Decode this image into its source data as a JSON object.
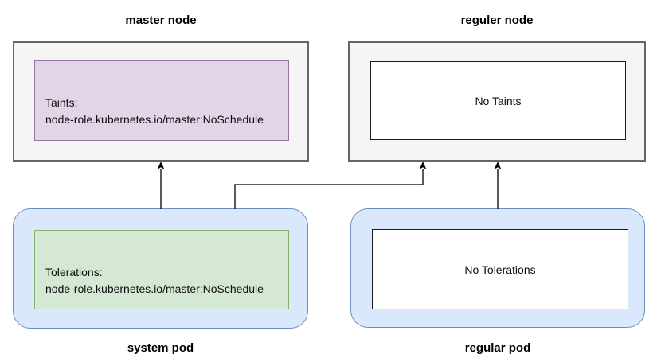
{
  "colors": {
    "node_fill": "#f5f5f5",
    "node_border": "#666666",
    "taints_fill": "#e1d5e7",
    "taints_border": "#9673a6",
    "tolerations_fill": "#d5e8d4",
    "tolerations_border": "#82b366",
    "pod_fill": "#dae8fc",
    "pod_border": "#6c8ebf",
    "arrow_color": "#000000"
  },
  "nodes": {
    "master_node": {
      "title": "master node",
      "taints_line1": "Taints:",
      "taints_line2": "node-role.kubernetes.io/master:NoSchedule"
    },
    "regular_node": {
      "title": "reguler node",
      "taints_text": "No Taints"
    },
    "system_pod": {
      "label": "system pod",
      "tolerations_line1": "Tolerations:",
      "tolerations_line2": "node-role.kubernetes.io/master:NoSchedule"
    },
    "regular_pod": {
      "label": "regular pod",
      "tolerations_text": "No Tolerations"
    }
  },
  "arrows": [
    {
      "from": "system pod",
      "to": "master node",
      "style": "straight-up"
    },
    {
      "from": "system pod",
      "to": "reguler node",
      "style": "elbow-right-up"
    },
    {
      "from": "regular pod",
      "to": "reguler node",
      "style": "straight-up"
    }
  ]
}
